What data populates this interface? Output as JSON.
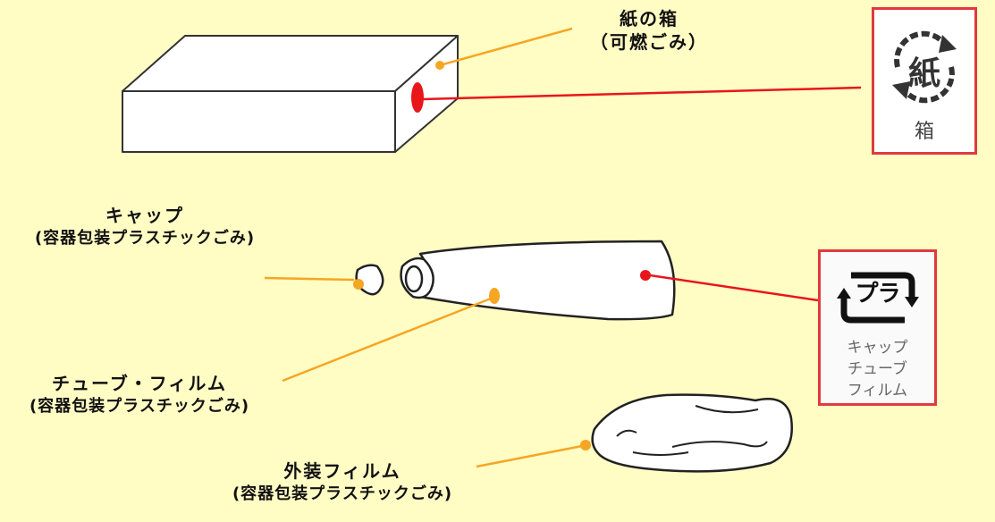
{
  "labels": {
    "paper_box": {
      "name": "紙の箱",
      "category": "（可燃ごみ）"
    },
    "cap": {
      "name": "キャップ",
      "category": "(容器包装プラスチックごみ)"
    },
    "tube_film": {
      "name": "チューブ・フィルム",
      "category": "(容器包装プラスチックごみ)"
    },
    "outer_film": {
      "name": "外装フィルム",
      "category": "(容器包装プラスチックごみ)"
    }
  },
  "paper_mark": {
    "symbol": "紙",
    "caption": "箱"
  },
  "plastic_mark": {
    "symbol": "プラ",
    "caption_lines": [
      "キャップ",
      "チューブ",
      "フィルム"
    ]
  },
  "colors": {
    "background": "#FFFCC4",
    "orange_leader": "#F5A623",
    "red_leader": "#E8161B",
    "mark_border": "#E03A3E"
  }
}
